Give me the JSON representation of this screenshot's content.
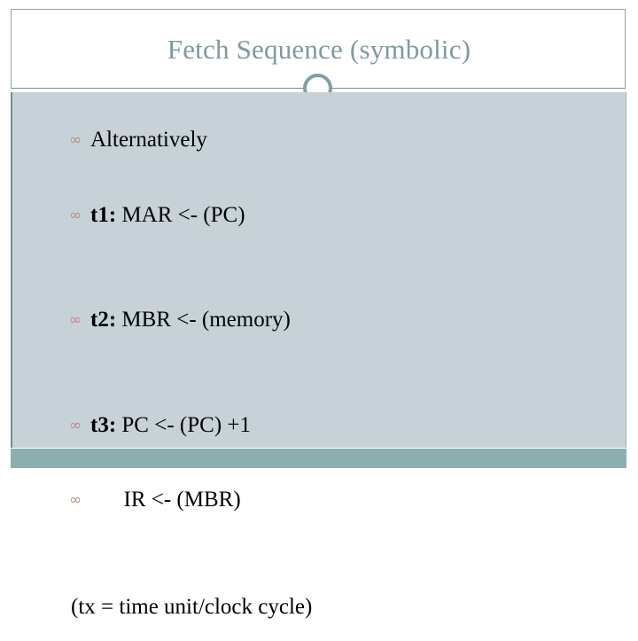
{
  "slide": {
    "title": "Fetch Sequence (symbolic)",
    "colors": {
      "title_text": "#7e9a9f",
      "body_background": "#c6d2d8",
      "bullet": "#c08a86",
      "footer_bar": "#8aafb0",
      "rule": "#6f8f95",
      "body_text": "#000000"
    },
    "bullet_glyph": "∞",
    "content_lines": [
      {
        "bullet": true,
        "label": "",
        "text": "Alternatively"
      },
      {
        "bullet": true,
        "label": "t1:",
        "text": " MAR <- (PC)"
      },
      {
        "bullet": true,
        "label": "t2:",
        "text": " MBR <- (memory)"
      },
      {
        "bullet": true,
        "label": "t3:",
        "text": " PC <- (PC) +1"
      },
      {
        "bullet": true,
        "label": "",
        "text": "      IR <- (MBR)"
      },
      {
        "bullet": false,
        "label": "",
        "text": "(tx = time unit/clock cycle)"
      }
    ]
  }
}
